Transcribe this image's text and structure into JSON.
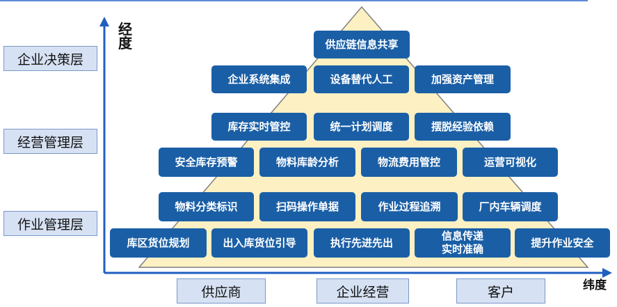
{
  "axis": {
    "y_label": "经\n度",
    "x_label": "纬度"
  },
  "layers": [
    "企业决策层",
    "经营管理层",
    "作业管理层"
  ],
  "bottom_labels": [
    "供应商",
    "企业经营",
    "客户"
  ],
  "pyramid": {
    "rows": [
      [
        "供应链信息共享"
      ],
      [
        "企业系统集成",
        "设备替代人工",
        "加强资产管理"
      ],
      [
        "库存实时管控",
        "统一计划调度",
        "摆脱经验依赖"
      ],
      [
        "安全库存预警",
        "物料库龄分析",
        "物流费用管控",
        "运营可视化"
      ],
      [
        "物料分类标识",
        "扫码操作单据",
        "作业过程追溯",
        "厂内车辆调度"
      ],
      [
        "库区货位规划",
        "出入库货位引导",
        "执行先进先出",
        "信息传递\n实时准确",
        "提升作业安全"
      ]
    ]
  },
  "colors": {
    "node_fill": "#1a5fa6",
    "pyramid_fill": "#fdf0c2",
    "axis": "#1f5fc0",
    "label_box_fill": "#d6e1f3"
  }
}
